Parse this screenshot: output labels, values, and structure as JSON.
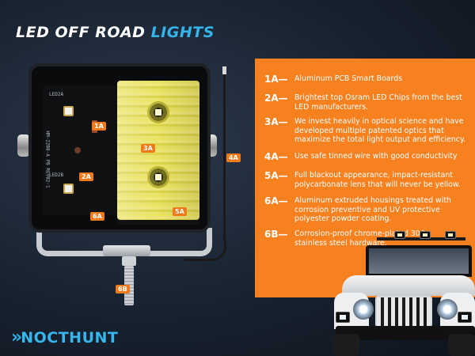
{
  "header": {
    "title_main": "LED OFF ROAD ",
    "title_accent": "LIGHTS"
  },
  "product": {
    "pcb_label_top": "LED2A",
    "pcb_label_mid": "LED2B",
    "pcb_serial": "HM-2208-A PB REV02-1",
    "callouts": {
      "c1A": "1A",
      "c2A": "2A",
      "c3A": "3A",
      "c4A": "4A",
      "c5A": "5A",
      "c6A": "6A",
      "c6B": "6B"
    }
  },
  "specs": [
    {
      "num": "1A—",
      "text": "Aluminum PCB Smart Boards"
    },
    {
      "num": "2A—",
      "text": "Brightest top Osram LED Chips from the best LED manufacturers."
    },
    {
      "num": "3A—",
      "text": "We invest heavily in optical science and have developed multiple patented optics that maximize the total light output and efficiency."
    },
    {
      "num": "4A—",
      "text": "Use safe tinned wire with good conductivity"
    },
    {
      "num": "5A—",
      "text": "Full blackout appearance, impact-resistant polycarbonate lens that will never be yellow."
    },
    {
      "num": "6A—",
      "text": "Aluminum extruded housings treated with corrosion preventive and UV protective polyester powder coating."
    },
    {
      "num": "6B—",
      "text": "Corrosion-proof chrome-plated 304 stainless steel hardware."
    }
  ],
  "brand": {
    "chevrons": "»",
    "name": "NOCTHUNT"
  },
  "colors": {
    "accent_blue": "#34b4ea",
    "panel_orange": "#f7801f",
    "lens_yellow": "#e7e15a"
  }
}
